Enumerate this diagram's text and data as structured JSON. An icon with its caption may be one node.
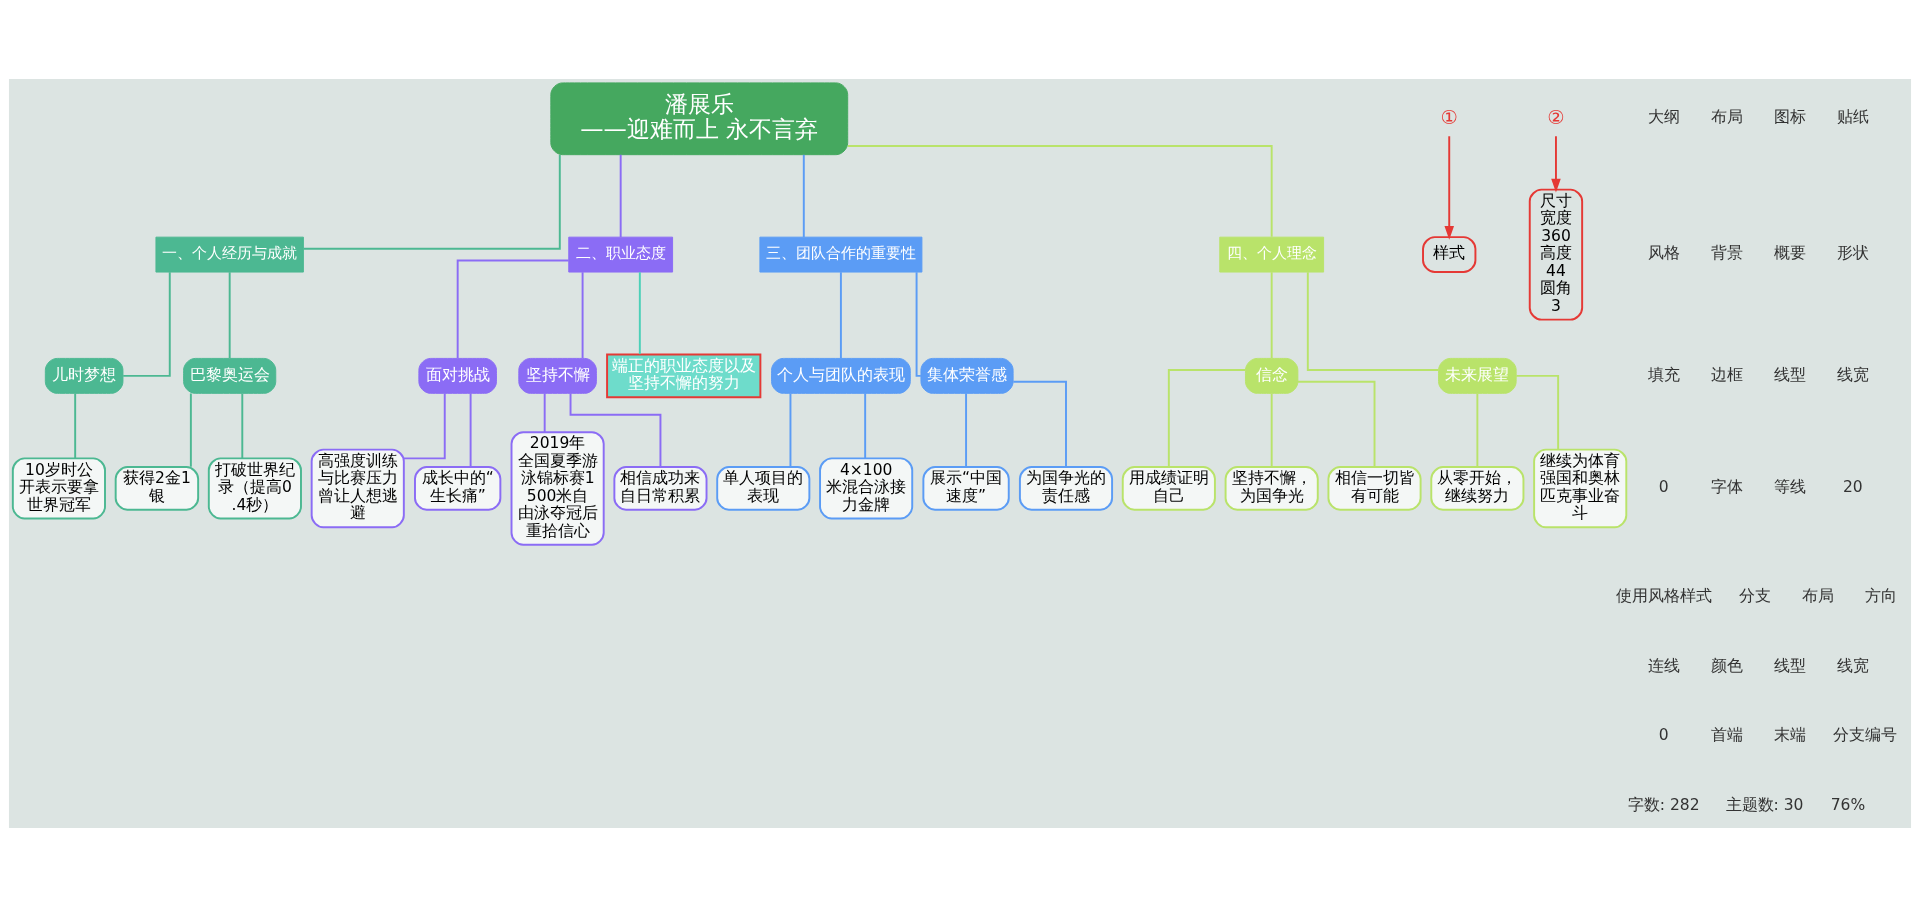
{
  "diagram": {
    "nodes": [
      {
        "text": [
          "潘展乐",
          "——迎难而上 永不言弃"
        ]
      },
      {
        "text": [
          "一、个人经历与成就"
        ]
      },
      {
        "text": [
          "儿时梦想"
        ]
      },
      {
        "text": [
          "10岁时公开表示要拿世界冠军"
        ]
      },
      {
        "text": [
          "巴黎奥运会"
        ]
      },
      {
        "text": [
          "获得2金1银"
        ]
      },
      {
        "text": [
          "打破世界纪录（提高0.4秒）"
        ]
      },
      {
        "text": [
          "二、职业态度"
        ]
      },
      {
        "text": [
          "面对挑战"
        ]
      },
      {
        "text": [
          "高强度训练与比赛压力曾让人想逃避"
        ]
      },
      {
        "text": [
          "成长中的“生长痛”"
        ]
      },
      {
        "text": [
          "坚持不懈"
        ]
      },
      {
        "text": [
          "2019年全国夏季游泳锦标赛1500米自由泳夺冠后重拾信心"
        ]
      },
      {
        "text": [
          "相信成功来自日常积累"
        ]
      },
      {
        "text": [
          "三、团队合作的重要性"
        ]
      },
      {
        "text": [
          "个人与团队的表现"
        ]
      },
      {
        "text": [
          "单人项目的表现"
        ]
      },
      {
        "text": [
          "4×100米混合泳接力金牌"
        ]
      },
      {
        "text": [
          "集体荣誉感"
        ]
      },
      {
        "text": [
          "展示“中国速度”"
        ]
      },
      {
        "text": [
          "为国争光的责任感"
        ]
      },
      {
        "text": [
          "四、个人理念"
        ]
      },
      {
        "text": [
          "信念"
        ]
      },
      {
        "text": [
          "用成绩证明自己"
        ]
      },
      {
        "text": [
          "坚持不懈，为国争光"
        ]
      },
      {
        "text": [
          "相信一切皆有可能"
        ]
      },
      {
        "text": [
          "未来展望"
        ]
      },
      {
        "text": [
          "从零开始，继续努力"
        ]
      },
      {
        "text": [
          "继续为体育强国和奥林匹克事业奋斗"
        ]
      },
      {
        "text": [
          "端正的职业态度以及坚持不懈的努力"
        ]
      },
      {
        "text": [
          "①"
        ]
      },
      {
        "text": [
          "样式"
        ]
      },
      {
        "text": [
          "②"
        ]
      },
      {
        "text": [
          "尺寸",
          "宽度",
          "360",
          "高度",
          "44",
          "圆角",
          "3"
        ]
      }
    ],
    "edges": [
      {
        "from": 0,
        "to": 1,
        "arrow": "none",
        "color": "#4cb892"
      },
      {
        "from": 1,
        "to": 2,
        "arrow": "none",
        "color": "#4cb892"
      },
      {
        "from": 2,
        "to": 3,
        "arrow": "none",
        "color": "#4cb892"
      },
      {
        "from": 1,
        "to": 4,
        "arrow": "none",
        "color": "#4cb892"
      },
      {
        "from": 4,
        "to": 5,
        "arrow": "none",
        "color": "#4cb892"
      },
      {
        "from": 4,
        "to": 6,
        "arrow": "none",
        "color": "#4cb892"
      },
      {
        "from": 0,
        "to": 7,
        "arrow": "none",
        "color": "#8b6cf5"
      },
      {
        "from": 7,
        "to": 8,
        "arrow": "none",
        "color": "#8b6cf5"
      },
      {
        "from": 8,
        "to": 9,
        "arrow": "none",
        "color": "#8b6cf5"
      },
      {
        "from": 8,
        "to": 10,
        "arrow": "none",
        "color": "#8b6cf5"
      },
      {
        "from": 7,
        "to": 11,
        "arrow": "none",
        "color": "#8b6cf5"
      },
      {
        "from": 11,
        "to": 12,
        "arrow": "none",
        "color": "#8b6cf5"
      },
      {
        "from": 11,
        "to": 13,
        "arrow": "none",
        "color": "#8b6cf5"
      },
      {
        "from": 0,
        "to": 14,
        "arrow": "none",
        "color": "#5b9cf5"
      },
      {
        "from": 14,
        "to": 15,
        "arrow": "none",
        "color": "#5b9cf5"
      },
      {
        "from": 15,
        "to": 16,
        "arrow": "none",
        "color": "#5b9cf5"
      },
      {
        "from": 15,
        "to": 17,
        "arrow": "none",
        "color": "#5b9cf5"
      },
      {
        "from": 14,
        "to": 18,
        "arrow": "none",
        "color": "#5b9cf5"
      },
      {
        "from": 18,
        "to": 19,
        "arrow": "none",
        "color": "#5b9cf5"
      },
      {
        "from": 18,
        "to": 20,
        "arrow": "none",
        "color": "#5b9cf5"
      },
      {
        "from": 0,
        "to": 21,
        "arrow": "none",
        "color": "#b9e36a"
      },
      {
        "from": 21,
        "to": 22,
        "arrow": "none",
        "color": "#b9e36a"
      },
      {
        "from": 22,
        "to": 23,
        "arrow": "none",
        "color": "#b9e36a"
      },
      {
        "from": 22,
        "to": 24,
        "arrow": "none",
        "color": "#b9e36a"
      },
      {
        "from": 22,
        "to": 25,
        "arrow": "none",
        "color": "#b9e36a"
      },
      {
        "from": 21,
        "to": 26,
        "arrow": "none",
        "color": "#b9e36a"
      },
      {
        "from": 26,
        "to": 27,
        "arrow": "none",
        "color": "#b9e36a"
      },
      {
        "from": 26,
        "to": 28,
        "arrow": "none",
        "color": "#b9e36a"
      },
      {
        "from": 7,
        "to": 29,
        "arrow": "none",
        "color": "#4cd0b8"
      },
      {
        "from": 30,
        "to": 31,
        "arrow": "to",
        "color": "#e53935"
      },
      {
        "from": 32,
        "to": 33,
        "arrow": "to",
        "color": "#e53935"
      }
    ],
    "labels": [
      "大纲",
      "布局",
      "图标",
      "贴纸",
      "风格",
      "背景",
      "概要",
      "形状",
      "填充",
      "边框",
      "线型",
      "线宽",
      "0",
      "字体",
      "等线",
      "20",
      "使用风格样式",
      "分支",
      "布局",
      "方向",
      "连线",
      "颜色",
      "线型",
      "线宽",
      "0",
      "首端",
      "末端",
      "分支编号",
      "字数: 282",
      "主题数: 30",
      "76%"
    ]
  }
}
